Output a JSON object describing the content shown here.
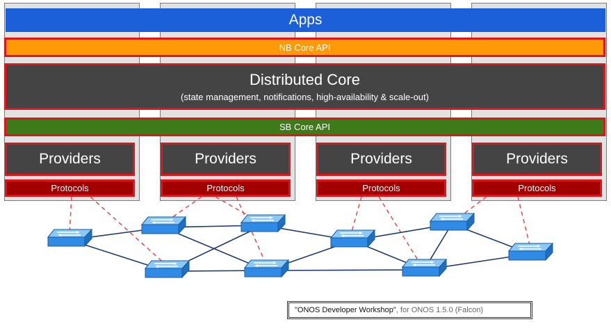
{
  "layers": {
    "apps": "Apps",
    "nb_api": "NB Core API",
    "core_title": "Distributed Core",
    "core_subtitle": "(state management, notifications, high-availability & scale-out)",
    "sb_api": "SB Core API"
  },
  "instances": [
    {
      "providers": "Providers",
      "protocols": "Protocols"
    },
    {
      "providers": "Providers",
      "protocols": "Protocols"
    },
    {
      "providers": "Providers",
      "protocols": "Protocols"
    },
    {
      "providers": "Providers",
      "protocols": "Protocols"
    }
  ],
  "network": {
    "switch_icon": "switch-icon",
    "switch_color": "#2f8be6",
    "link_color": "#1f3a6e",
    "control_link_color": "#e05555",
    "switch_count": 9
  },
  "caption": {
    "title": "\"ONOS Developer Workshop\"",
    "suffix": ", for ONOS 1.5.0 (Falcon)"
  },
  "colors": {
    "apps": "#1b5fd9",
    "nb_api": "#ff9a06",
    "core": "#444444",
    "sb_api": "#3e7a1a",
    "providers": "#444444",
    "protocols": "#a00000",
    "outline": "#e1141b"
  }
}
